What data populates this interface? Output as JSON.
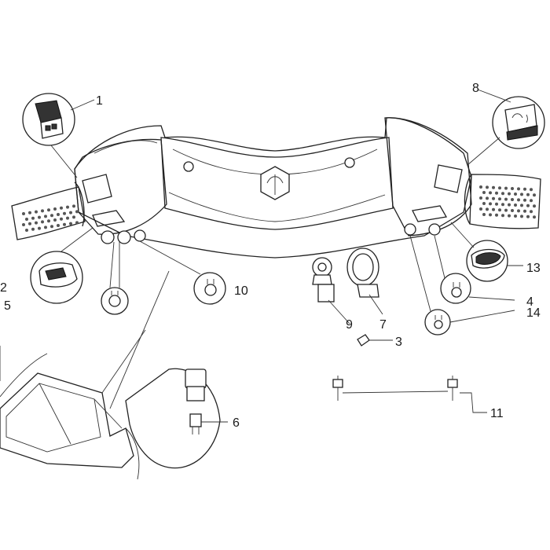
{
  "callouts": [
    {
      "id": "1",
      "label": "1"
    },
    {
      "id": "2",
      "label": "2"
    },
    {
      "id": "3",
      "label": "3"
    },
    {
      "id": "4",
      "label": "4"
    },
    {
      "id": "5",
      "label": "5"
    },
    {
      "id": "6",
      "label": "6"
    },
    {
      "id": "7",
      "label": "7"
    },
    {
      "id": "8",
      "label": "8"
    },
    {
      "id": "9",
      "label": "9"
    },
    {
      "id": "10",
      "label": "10"
    },
    {
      "id": "11",
      "label": "11"
    },
    {
      "id": "13",
      "label": "13"
    },
    {
      "id": "14",
      "label": "14"
    }
  ],
  "colors": {
    "line": "#222222",
    "background": "#ffffff",
    "grip_dots": "#555555"
  }
}
